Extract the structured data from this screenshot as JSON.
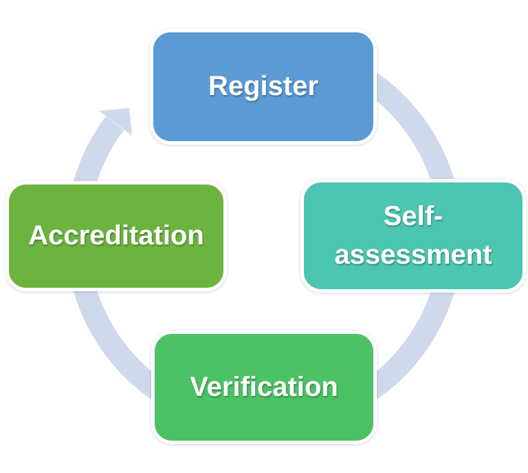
{
  "diagram": {
    "type": "cycle",
    "direction": "clockwise",
    "ring_color": "#CEDAEB",
    "text_color": "#FFFFFF",
    "steps": [
      {
        "id": "register",
        "position": "top",
        "label": "Register",
        "lines": [
          "Register"
        ],
        "color": "#5B9AD5"
      },
      {
        "id": "self-assessment",
        "position": "right",
        "label": "Self-assessment",
        "lines": [
          "Self-",
          "assessment"
        ],
        "color": "#4CC5B1"
      },
      {
        "id": "verification",
        "position": "bottom",
        "label": "Verification",
        "lines": [
          "Verification"
        ],
        "color": "#4DC166"
      },
      {
        "id": "accreditation",
        "position": "left",
        "label": "Accreditation",
        "lines": [
          "Accreditation"
        ],
        "color": "#6DB33F"
      }
    ]
  }
}
